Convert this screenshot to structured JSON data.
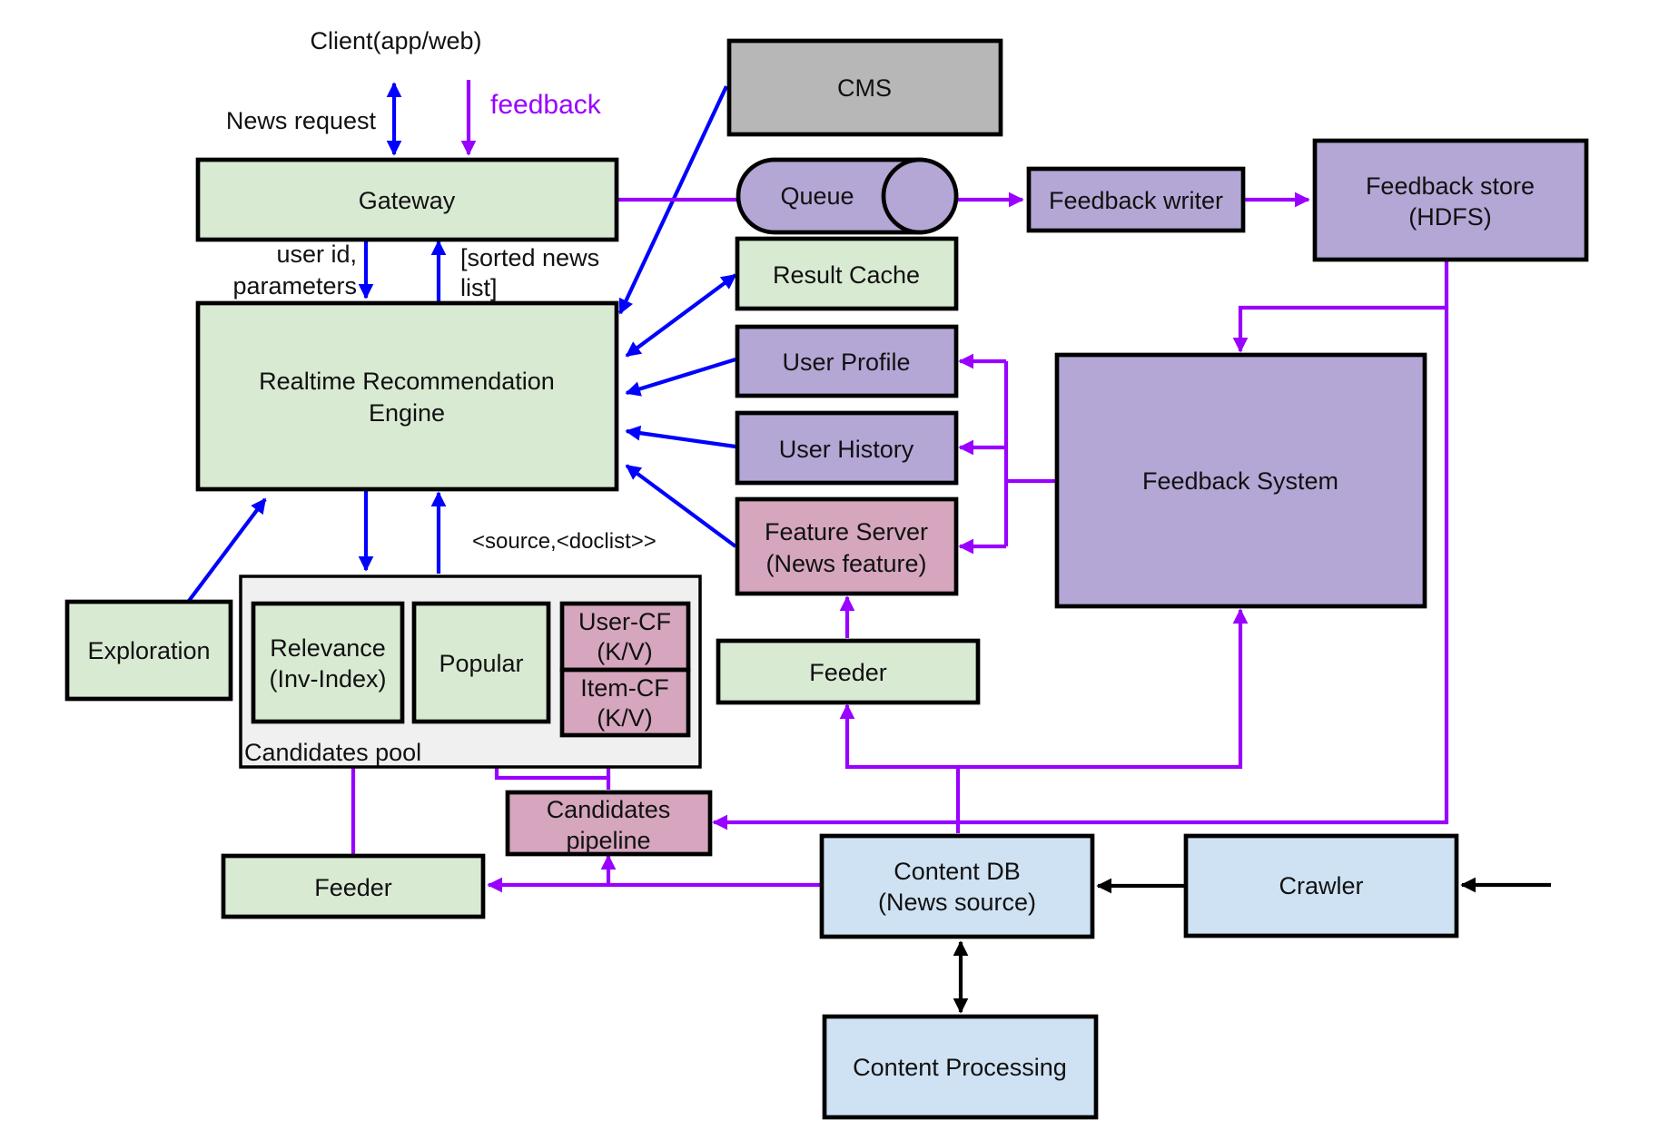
{
  "colors": {
    "green": "#d9ead3",
    "purple": "#b4a7d6",
    "pink": "#d5a6bd",
    "blue": "#cfe2f3",
    "gray": "#b7b7b7",
    "pool": "#f0f0f0",
    "blue_arrow": "#0000ff",
    "purple_arrow": "#9900ff",
    "black_arrow": "#000000"
  },
  "labels": {
    "client": "Client(app/web)",
    "news_request": "News request",
    "feedback": "feedback",
    "user_id_params_1": "user id,",
    "user_id_params_2": "parameters",
    "sorted_news_1": "[sorted news",
    "sorted_news_2": "list]",
    "source_doclist": "<source,<doclist>>"
  },
  "nodes": {
    "cms": "CMS",
    "gateway": "Gateway",
    "queue": "Queue",
    "feedback_writer": "Feedback writer",
    "feedback_store": [
      "Feedback store",
      "(HDFS)"
    ],
    "result_cache": "Result Cache",
    "realtime_engine": [
      "Realtime Recommendation",
      "Engine"
    ],
    "user_profile": "User Profile",
    "user_history": "User History",
    "feature_server": [
      "Feature Server",
      "(News feature)"
    ],
    "feedback_system": "Feedback System",
    "exploration": "Exploration",
    "candidates_pool": "Candidates pool",
    "relevance": [
      "Relevance",
      "(Inv-Index)"
    ],
    "popular": "Popular",
    "user_cf": [
      "User-CF",
      "(K/V)"
    ],
    "item_cf": [
      "Item-CF",
      "(K/V)"
    ],
    "feeder_top": "Feeder",
    "candidates_pipeline": [
      "Candidates",
      "pipeline"
    ],
    "feeder_bottom": "Feeder",
    "content_db": [
      "Content DB",
      "(News source)"
    ],
    "crawler": "Crawler",
    "content_processing": "Content Processing"
  }
}
